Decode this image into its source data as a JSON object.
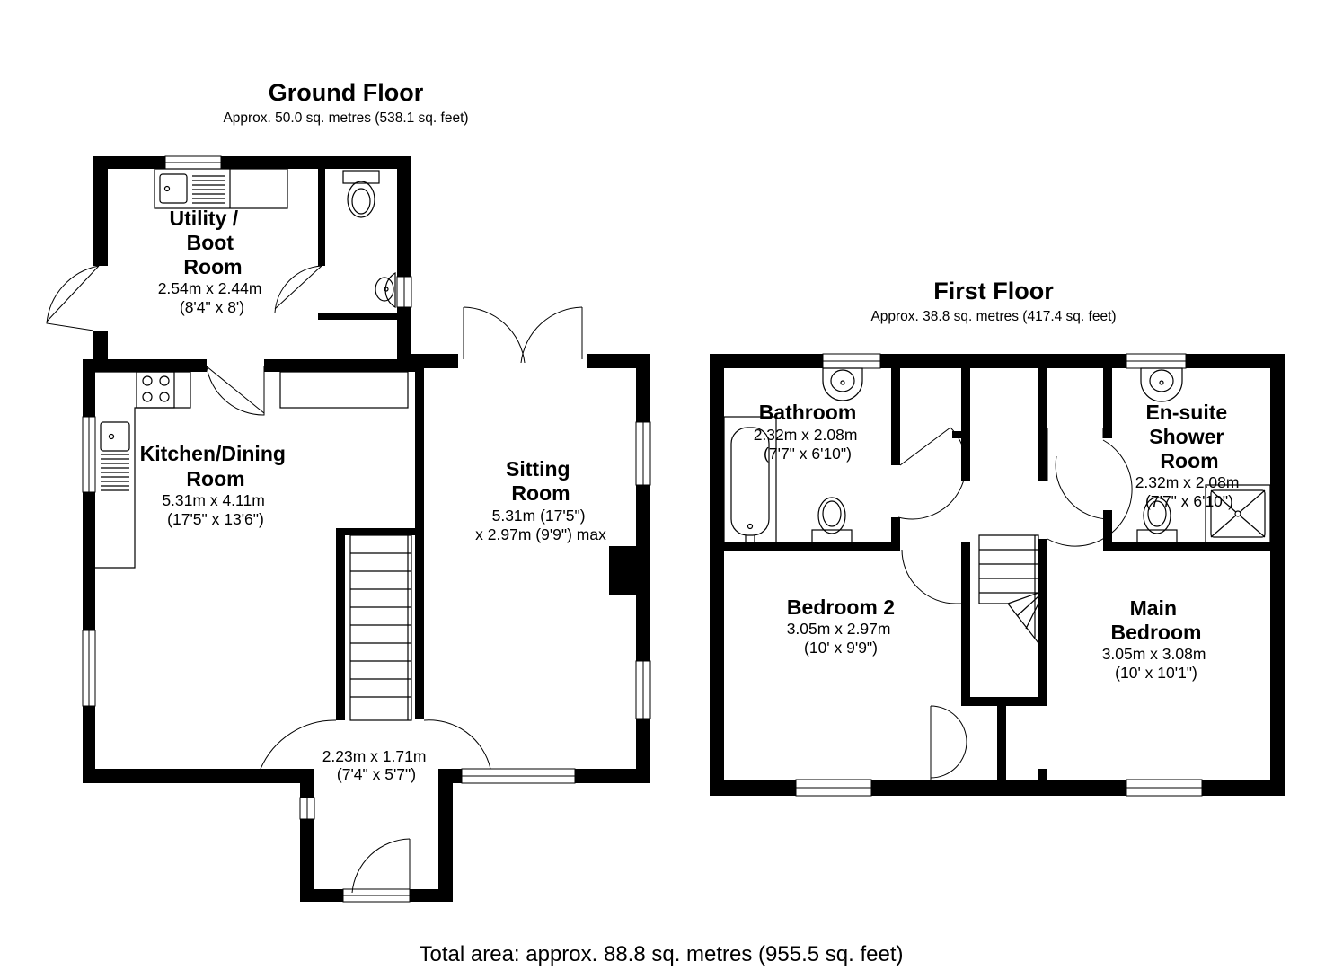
{
  "ground_floor": {
    "title": "Ground Floor",
    "area": "Approx. 50.0 sq. metres (538.1 sq. feet)",
    "rooms": {
      "utility": {
        "name_lines": [
          "Utility /",
          "Boot",
          "Room"
        ],
        "dim_lines": [
          "2.54m x 2.44m",
          "(8'4\" x 8')"
        ]
      },
      "kitchen": {
        "name_lines": [
          "Kitchen/Dining",
          "Room"
        ],
        "dim_lines": [
          "5.31m x 4.11m",
          "(17'5\" x 13'6\")"
        ]
      },
      "sitting": {
        "name_lines": [
          "Sitting",
          "Room"
        ],
        "dim_lines": [
          "5.31m (17'5\")",
          "x 2.97m (9'9\") max"
        ]
      },
      "hall": {
        "dim_lines": [
          "2.23m x 1.71m",
          "(7'4\" x 5'7\")"
        ]
      }
    }
  },
  "first_floor": {
    "title": "First Floor",
    "area": "Approx. 38.8 sq. metres (417.4 sq. feet)",
    "rooms": {
      "bathroom": {
        "name_lines": [
          "Bathroom"
        ],
        "dim_lines": [
          "2.32m x 2.08m",
          "(7'7\" x 6'10\")"
        ]
      },
      "ensuite": {
        "name_lines": [
          "En-suite",
          "Shower",
          "Room"
        ],
        "dim_lines": [
          "2.32m x 2.08m",
          "(7'7\" x 6'10\")"
        ]
      },
      "bedroom2": {
        "name_lines": [
          "Bedroom 2"
        ],
        "dim_lines": [
          "3.05m x 2.97m",
          "(10' x 9'9\")"
        ]
      },
      "main_bedroom": {
        "name_lines": [
          "Main",
          "Bedroom"
        ],
        "dim_lines": [
          "3.05m x 3.08m",
          "(10' x 10'1\")"
        ]
      }
    }
  },
  "total_area": "Total area: approx. 88.8 sq. metres (955.5 sq. feet)",
  "colors": {
    "wall": "#000000",
    "background": "#ffffff"
  }
}
